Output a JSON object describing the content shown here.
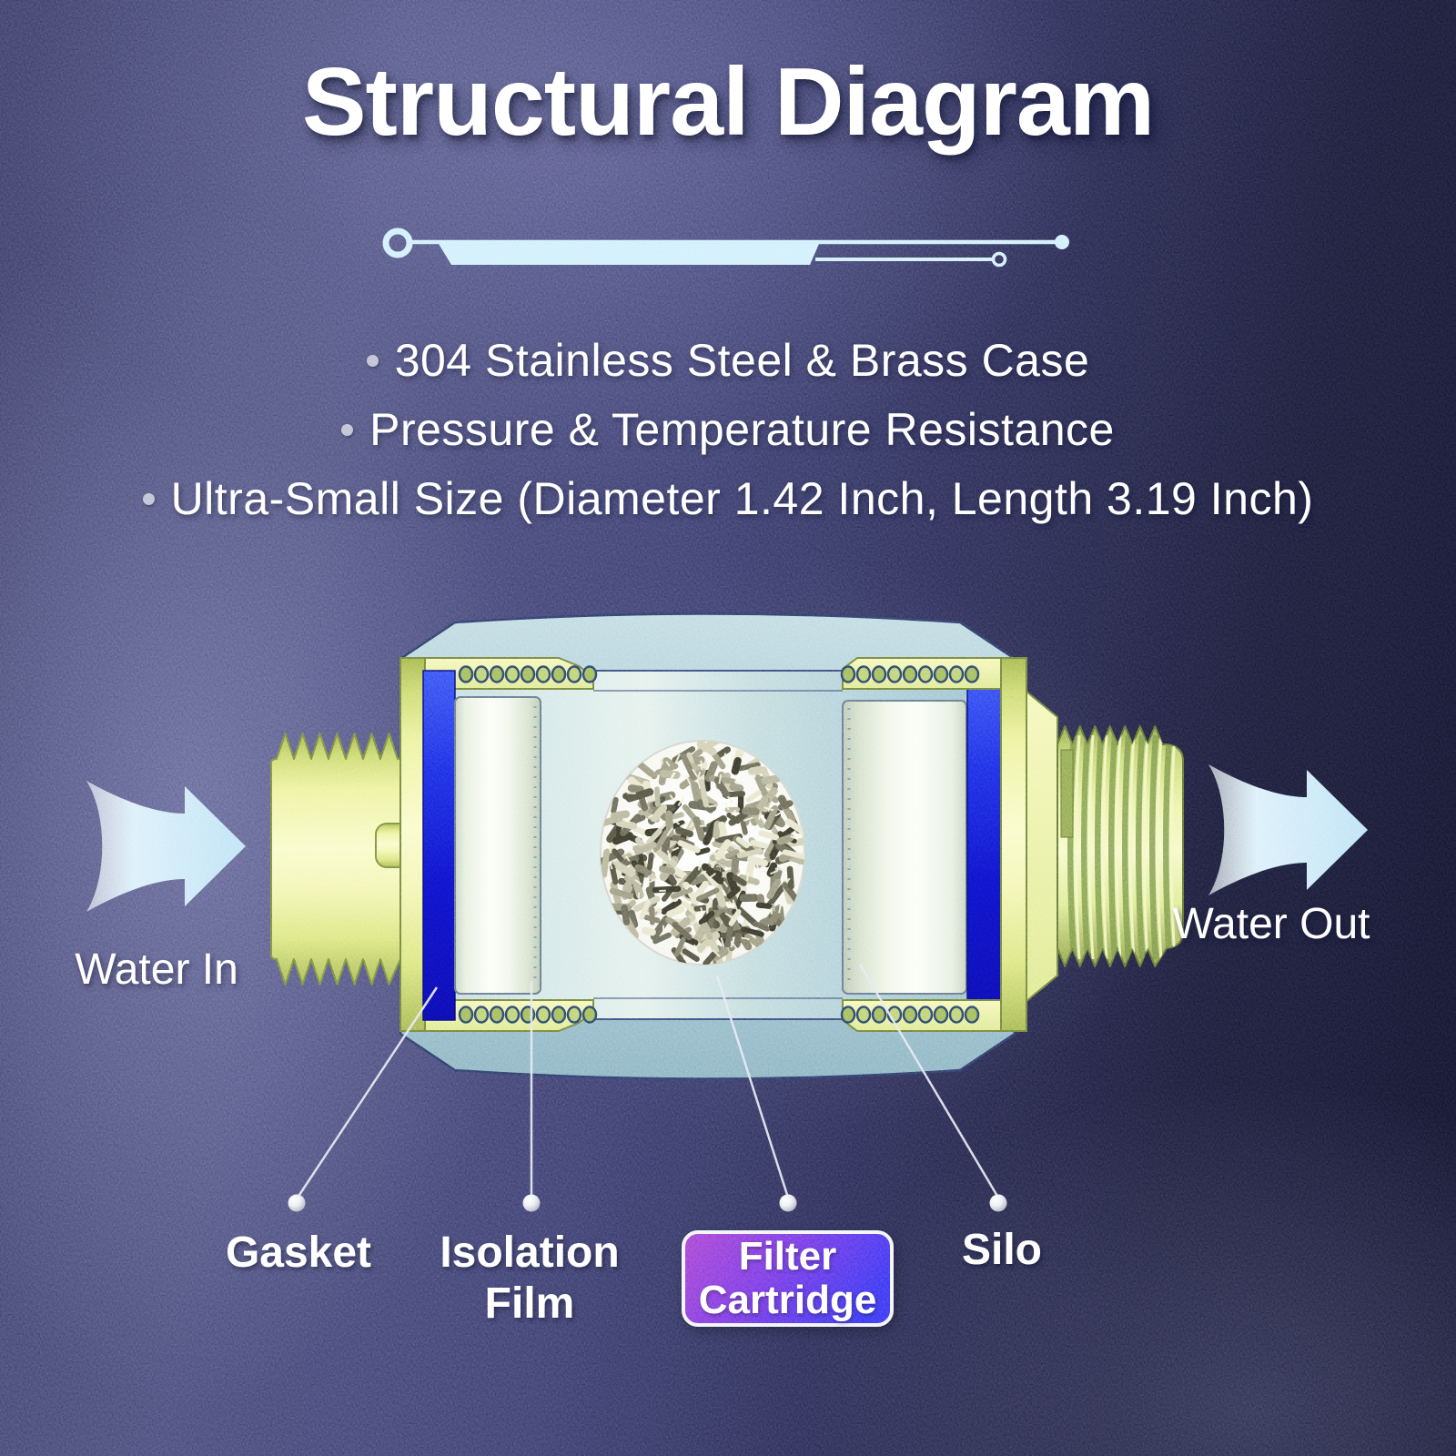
{
  "header": {
    "title": "Structural Diagram"
  },
  "specs": {
    "items": [
      {
        "text": "304 Stainless Steel & Brass Case"
      },
      {
        "text": "Pressure & Temperature Resistance"
      },
      {
        "text": "Ultra-Small Size (Diameter 1.42 Inch, Length 3.19 Inch)"
      }
    ]
  },
  "flow": {
    "water_in": "Water In",
    "water_out": "Water Out"
  },
  "callouts": {
    "gasket": "Gasket",
    "isolation_film": [
      "Isolation",
      "Film"
    ],
    "filter_cartridge": [
      "Filter",
      "Cartridge"
    ],
    "silo": "Silo"
  },
  "colors": {
    "background_navy": "#1c1d3a",
    "divider_blue": "#cdeefb",
    "arrow_blue": "#c9e9f8",
    "steel_blue": "#a6c8d1",
    "brass_yellow": "#eef399",
    "gasket_blue": "#0d10c8",
    "leader_line": "#e3e6f0",
    "filter_badge_purple": "#a43ace",
    "filter_badge_blue": "#2f2cf2"
  }
}
